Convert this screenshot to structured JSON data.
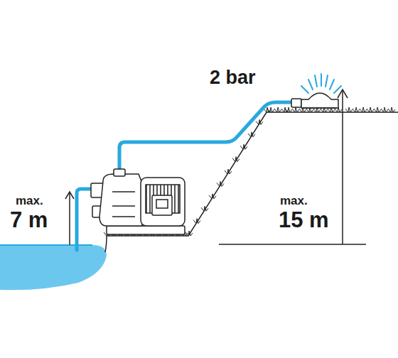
{
  "diagram": {
    "labels": [
      "2 bar",
      "max.",
      "7 m",
      "max.",
      "15 m"
    ]
  }
}
